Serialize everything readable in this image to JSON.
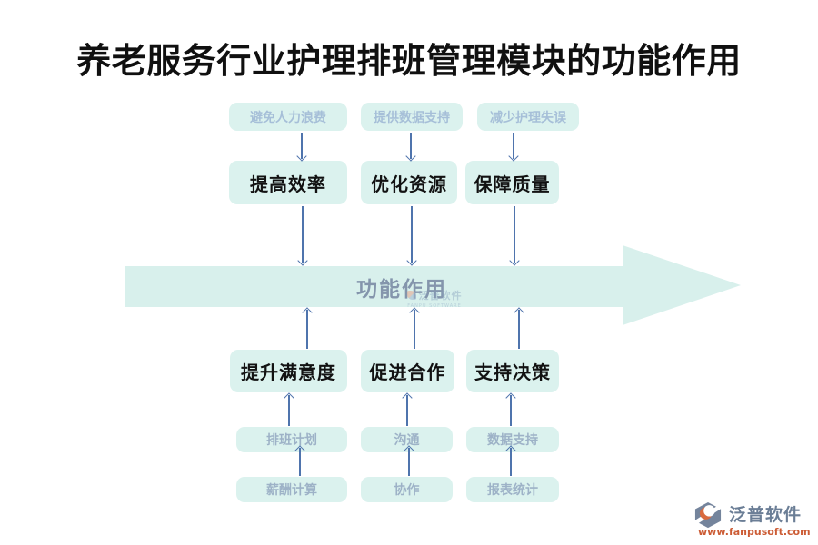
{
  "title": "养老服务行业护理排班管理模块的功能作用",
  "band": {
    "label": "功能作用"
  },
  "boxes": {
    "row1": [
      "避免人力浪费",
      "提供数据支持",
      "减少护理失误"
    ],
    "row2": [
      "提高效率",
      "优化资源",
      "保障质量"
    ],
    "row3": [
      "提升满意度",
      "促进合作",
      "支持决策"
    ],
    "row4": [
      "排班计划",
      "沟通",
      "数据支持"
    ],
    "row5": [
      "薪酬计算",
      "协作",
      "报表统计"
    ]
  },
  "watermark": {
    "brand": "泛普软件",
    "brand_en": "FANPU SOFTWARE"
  },
  "footer": {
    "brand": "泛普软件",
    "website": "www.fanpusoft.com"
  },
  "colors": {
    "box_fill": "#dbf2ee",
    "band_fill": "#d8f0ec",
    "muted_text": "#a6bfd8",
    "dark_text": "#121212",
    "band_text": "#8495ac",
    "connector": "#4f74ad",
    "brand_gray": "#6b7e96",
    "brand_orange": "#cc5c35"
  }
}
